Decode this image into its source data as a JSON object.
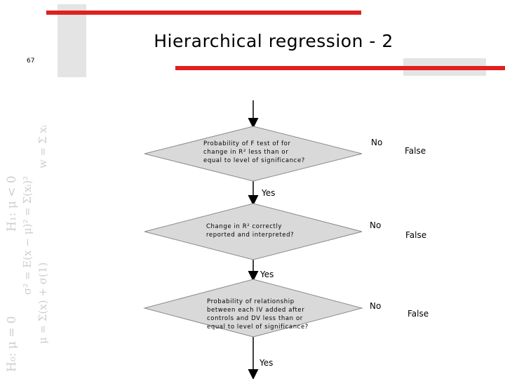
{
  "slide": {
    "title": "Hierarchical regression - 2",
    "number": "67"
  },
  "watermark": {
    "formulas": [
      "H₁: μ < 0",
      "H₀: μ = 0"
    ]
  },
  "flowchart": {
    "decisions": [
      {
        "lines": [
          "Probability of F test of for",
          "change in R² less than or",
          "equal to level of significance?"
        ],
        "no_label": "No",
        "false_label": "False",
        "yes_label": "Yes"
      },
      {
        "lines": [
          "Change in R² correctly",
          "reported and interpreted?"
        ],
        "no_label": "No",
        "false_label": "False",
        "yes_label": "Yes"
      },
      {
        "lines": [
          "Probability of relationship",
          "between each IV added after",
          "controls  and DV less than or",
          "equal to level of significance?"
        ],
        "no_label": "No",
        "false_label": "False",
        "yes_label": "Yes"
      }
    ]
  },
  "colors": {
    "accent": "#e02020",
    "diamond_fill": "#d9d9d9",
    "decor_grey": "#e4e4e4"
  }
}
